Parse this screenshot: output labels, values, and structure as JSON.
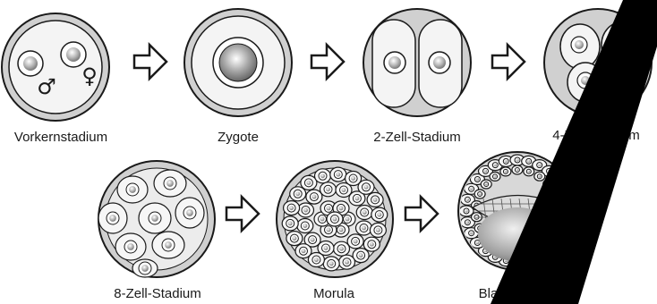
{
  "stages": [
    {
      "id": "vorkernstadium",
      "label": "Vorkernstadium",
      "male_symbol": "♂",
      "female_symbol": "♀"
    },
    {
      "id": "zygote",
      "label": "Zygote"
    },
    {
      "id": "2-zell",
      "label": "2-Zell-Stadium"
    },
    {
      "id": "4-zell",
      "label": "4-Zell-Stadium"
    },
    {
      "id": "8-zell",
      "label": "8-Zell-Stadium"
    },
    {
      "id": "morula",
      "label": "Morula"
    },
    {
      "id": "blastozyste",
      "label": "Blastozyste"
    }
  ],
  "colors": {
    "outline": "#1a1a1a",
    "membrane": "#d0d0d0",
    "cell_fill": "#f4f4f4",
    "nucleus": "#8a8a8a",
    "overlay": "#000000"
  },
  "icons": {
    "arrow": "hollow-right-arrow-icon"
  }
}
